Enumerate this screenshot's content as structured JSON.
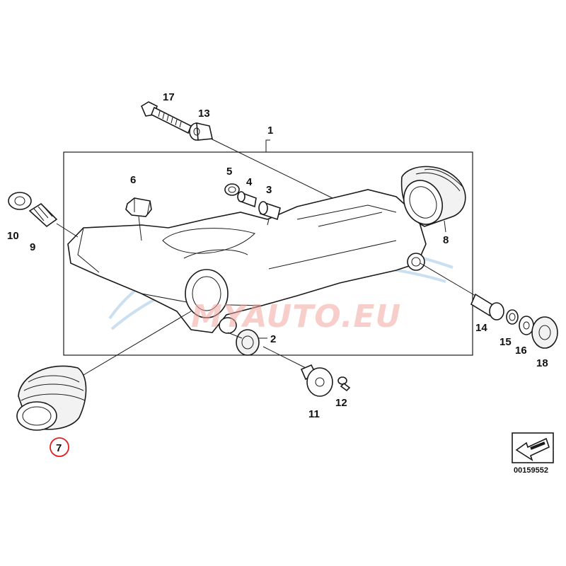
{
  "diagram": {
    "callouts": [
      {
        "id": "1",
        "text": "1"
      },
      {
        "id": "2",
        "text": "2"
      },
      {
        "id": "3",
        "text": "3"
      },
      {
        "id": "4",
        "text": "4"
      },
      {
        "id": "5",
        "text": "5"
      },
      {
        "id": "6",
        "text": "6"
      },
      {
        "id": "7",
        "text": "7",
        "highlighted": true
      },
      {
        "id": "8",
        "text": "8"
      },
      {
        "id": "9",
        "text": "9"
      },
      {
        "id": "10",
        "text": "10"
      },
      {
        "id": "11",
        "text": "11"
      },
      {
        "id": "12",
        "text": "12"
      },
      {
        "id": "13",
        "text": "13"
      },
      {
        "id": "14",
        "text": "14"
      },
      {
        "id": "15",
        "text": "15"
      },
      {
        "id": "16",
        "text": "16"
      },
      {
        "id": "17",
        "text": "17"
      },
      {
        "id": "18",
        "text": "18"
      }
    ],
    "watermark": "MYAUTO.EU",
    "diagram_code": "00159552",
    "colors": {
      "highlight": "#e02020",
      "watermark": "#f3a5a0",
      "watermark_swoosh": "#9fc4e4"
    }
  }
}
